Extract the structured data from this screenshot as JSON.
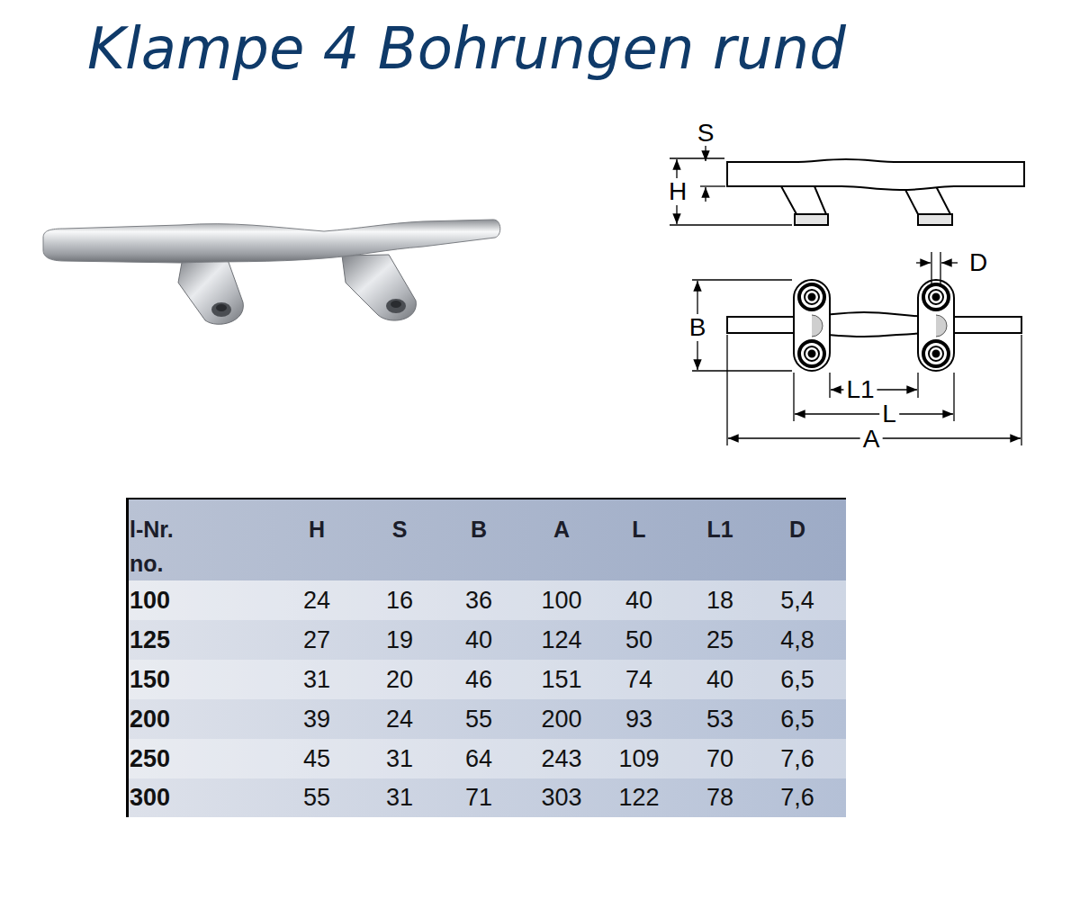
{
  "diagram": {
    "title": "Klampe 4 Bohrungen rund",
    "labels": [
      "S",
      "H",
      "D",
      "B",
      "L1",
      "L",
      "A",
      "l-Nr.",
      "no.",
      "H",
      "S",
      "B",
      "A",
      "L",
      "L1",
      "D",
      "100",
      "24",
      "16",
      "36",
      "100",
      "40",
      "18",
      "5,4",
      "125",
      "27",
      "19",
      "40",
      "124",
      "50",
      "25",
      "4,8",
      "150",
      "31",
      "20",
      "46",
      "151",
      "74",
      "40",
      "6,5",
      "200",
      "39",
      "24",
      "55",
      "200",
      "93",
      "53",
      "6,5",
      "250",
      "45",
      "31",
      "64",
      "243",
      "109",
      "70",
      "7,6",
      "300",
      "55",
      "31",
      "71",
      "303",
      "122",
      "78",
      "7,6"
    ]
  }
}
